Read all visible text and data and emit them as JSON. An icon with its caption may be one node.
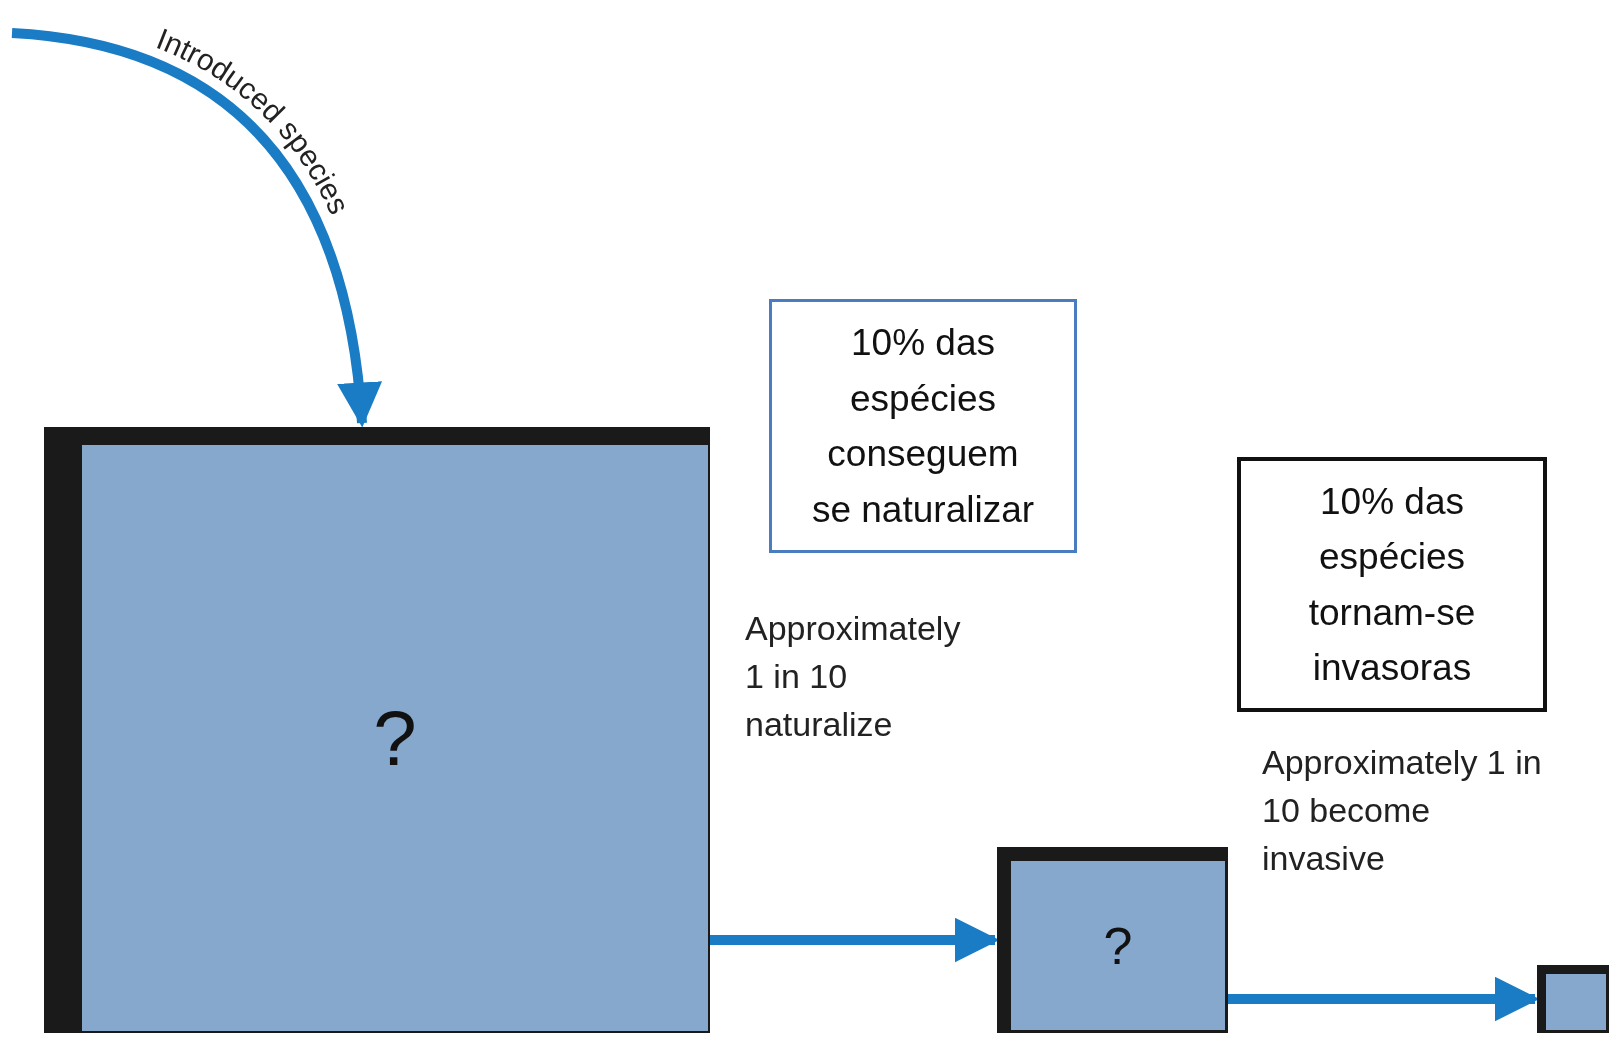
{
  "diagram": {
    "nodes": [
      {
        "text": [
          "?"
        ]
      },
      {
        "text": [
          "?"
        ]
      },
      {
        "text": [],
        "shape": "box"
      },
      {
        "text": [
          "10% das espécies conseguem se naturalizar"
        ]
      },
      {
        "text": [
          "10% das espécies tornam-se invasoras"
        ]
      }
    ],
    "edges": [
      {
        "from": null,
        "to": 0,
        "arrow": "to",
        "label": "Introduced species"
      },
      {
        "from": 0,
        "to": 1,
        "arrow": "to"
      },
      {
        "from": 1,
        "to": 2,
        "arrow": "to"
      }
    ],
    "labels": [
      "Approximately 1 in 10 naturalize",
      "Approximately 1 in 10 become invasive"
    ]
  }
}
